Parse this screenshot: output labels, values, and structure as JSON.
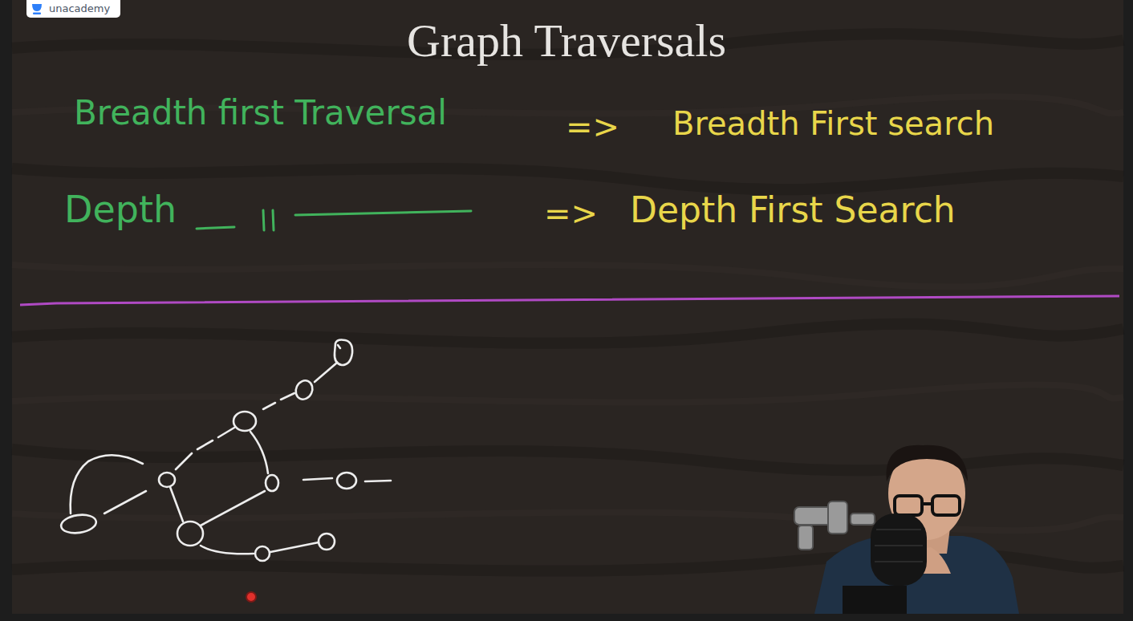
{
  "diagram": {
    "title": "Graph Traversals",
    "nodes": [
      {
        "text": [
          "unacademy"
        ]
      }
    ],
    "labels": [
      "Breadth first Traversal",
      "=>",
      "Breadth First search",
      "Depth",
      "=>",
      "Depth First Search"
    ]
  }
}
